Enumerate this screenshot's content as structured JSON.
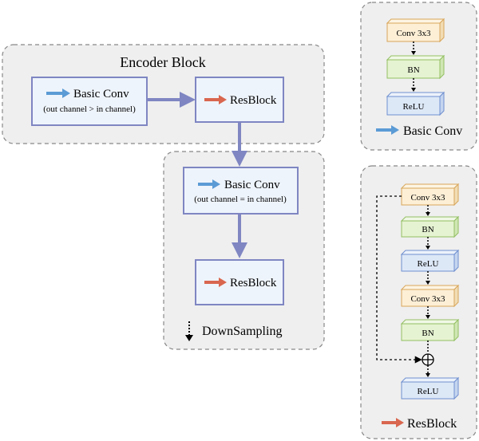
{
  "encoder": {
    "title": "Encoder Block",
    "basic_conv": {
      "label": "Basic Conv",
      "sublabel": "(out channel > in channel)"
    },
    "resblock": {
      "label": "ResBlock"
    }
  },
  "downsampling": {
    "basic_conv": {
      "label": "Basic Conv",
      "sublabel": "(out channel = in channel)"
    },
    "resblock": {
      "label": "ResBlock"
    },
    "legend_label": "DownSampling"
  },
  "basic_conv_panel": {
    "layers": [
      "Conv 3x3",
      "BN",
      "ReLU"
    ],
    "legend_label": "Basic Conv"
  },
  "resblock_panel": {
    "layers": [
      "Conv 3x3",
      "BN",
      "ReLU",
      "Conv 3x3",
      "BN",
      "ReLU"
    ],
    "add_symbol": "⊕",
    "legend_label": "ResBlock"
  },
  "colors": {
    "blue_arrow": "#5b9bd5",
    "red_arrow": "#d9664f",
    "connector": "#7f86c2",
    "node_border": "#7f86c2",
    "node_fill": "#eef4fb",
    "conv_fill": "#fcefd6",
    "conv_edge": "#d8a65a",
    "bn_fill": "#e6f3d2",
    "bn_edge": "#93bf62",
    "relu_fill": "#dde8f7",
    "relu_edge": "#6f8fcf"
  }
}
